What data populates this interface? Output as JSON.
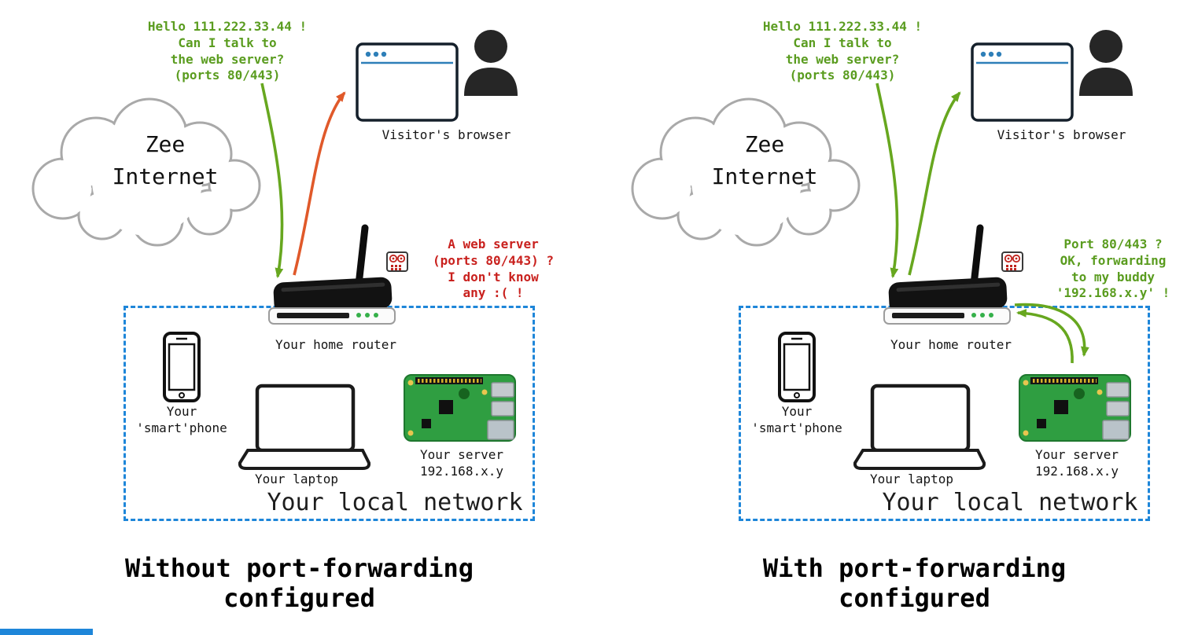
{
  "colors": {
    "request_green": "#5a9c1f",
    "arrow_green": "#67a71f",
    "denied_red": "#c9211e",
    "arrow_orange": "#e0592a",
    "network_border_blue": "#1e86d9",
    "browser_accent_blue": "#2e7fb8",
    "pi_board_green": "#2f9e41"
  },
  "panels": [
    {
      "title": "Without port-forwarding\nconfigured",
      "cloud_label": "Zee\nInternet",
      "request_message": "Hello 111.222.33.44 !\nCan I talk to\nthe web server?\n(ports 80/443)",
      "router_response": "A web server\n(ports 80/443) ?\nI don't know\nany :( !",
      "visitor_label": "Visitor's browser",
      "router_label": "Your home router",
      "phone_label": "Your\n'smart'phone",
      "laptop_label": "Your laptop",
      "server_label": "Your server\n192.168.x.y",
      "network_label": "Your local network"
    },
    {
      "title": "With port-forwarding\nconfigured",
      "cloud_label": "Zee\nInternet",
      "request_message": "Hello 111.222.33.44 !\nCan I talk to\nthe web server?\n(ports 80/443)",
      "router_response": "Port 80/443 ?\nOK, forwarding\nto my buddy\n'192.168.x.y' !",
      "visitor_label": "Visitor's browser",
      "router_label": "Your home router",
      "phone_label": "Your\n'smart'phone",
      "laptop_label": "Your laptop",
      "server_label": "Your server\n192.168.x.y",
      "network_label": "Your local network"
    }
  ]
}
